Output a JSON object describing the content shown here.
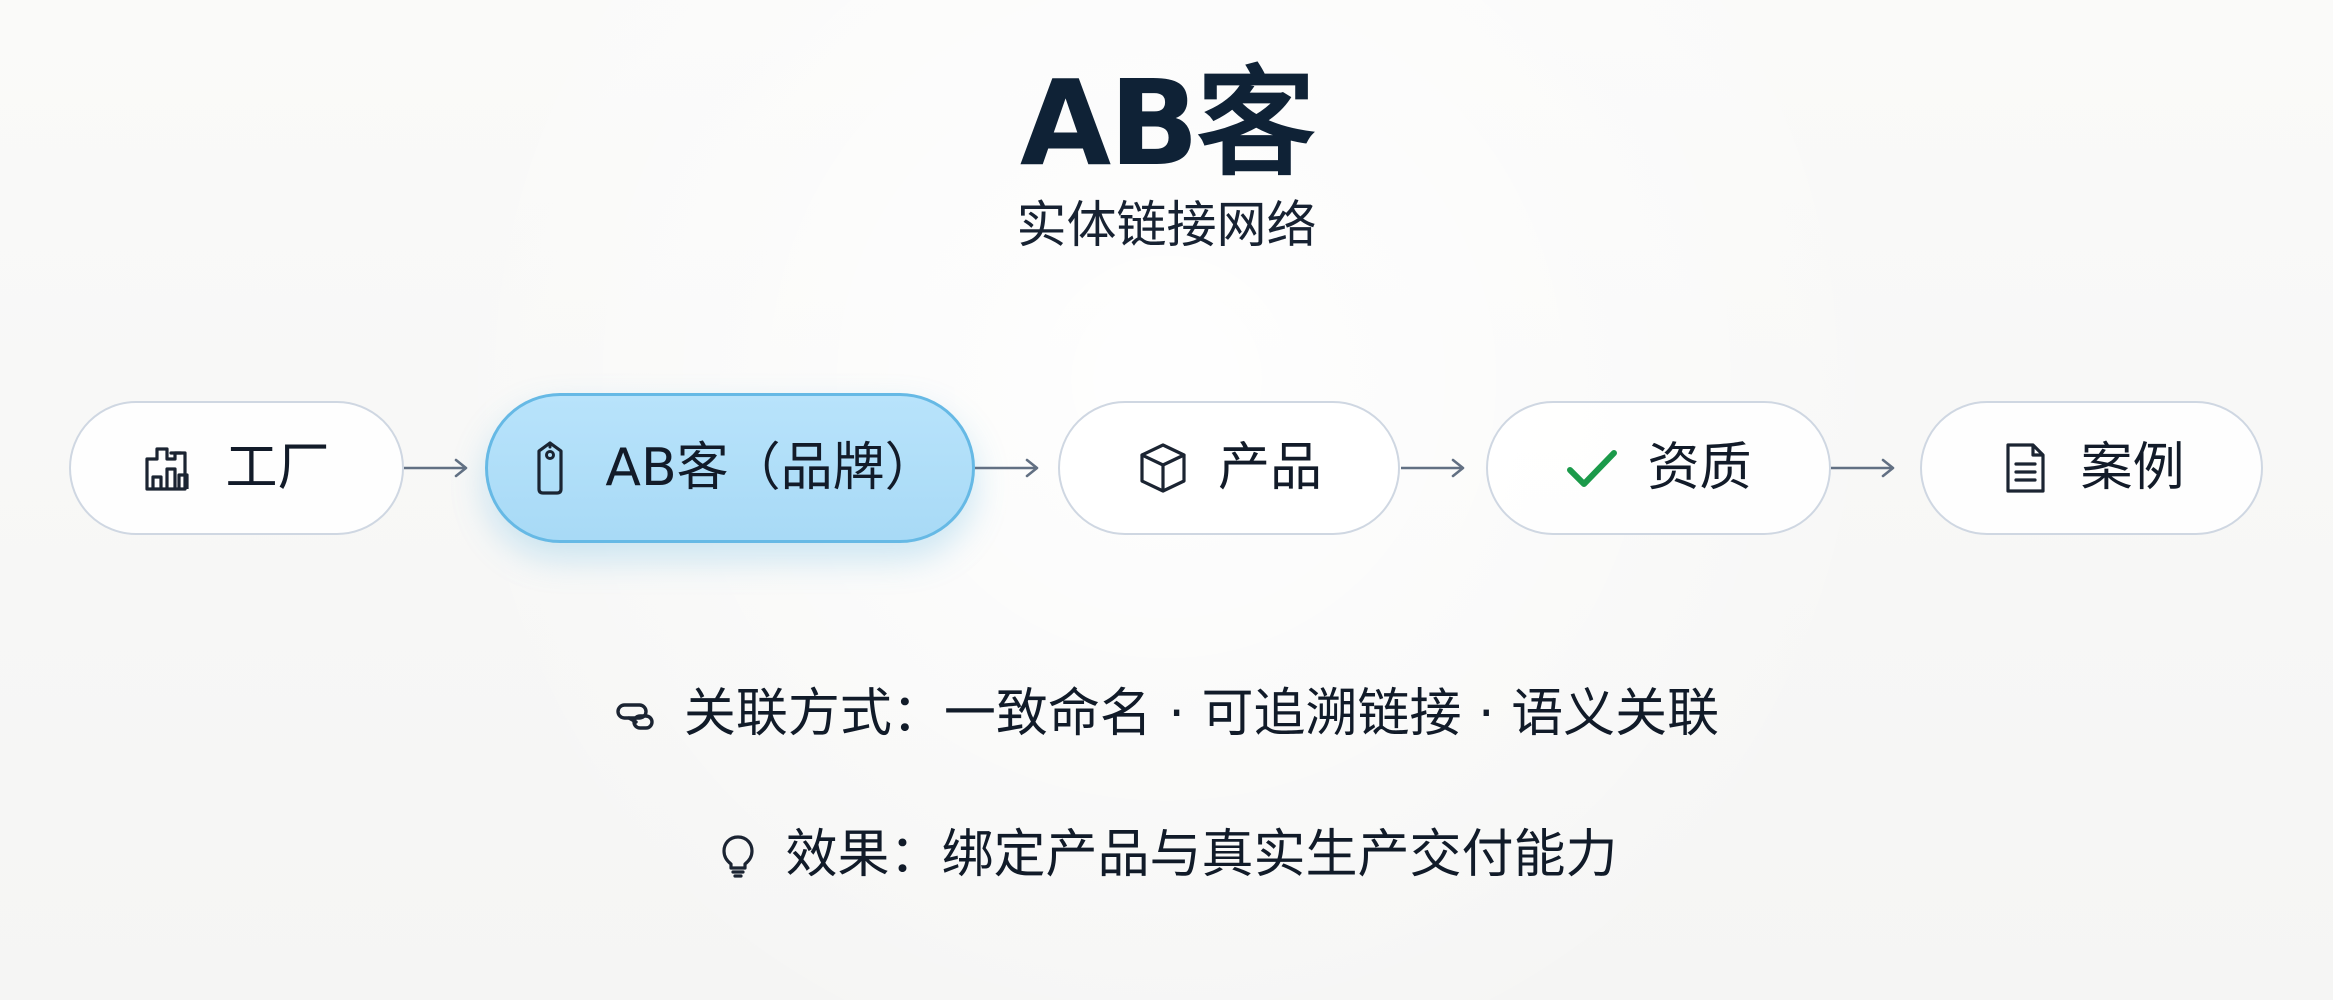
{
  "header": {
    "title": "AB客",
    "subtitle": "实体链接网络"
  },
  "flow": {
    "nodes": [
      {
        "label": "工厂",
        "icon": "factory-icon"
      },
      {
        "label": "AB客（品牌）",
        "icon": "tag-icon",
        "highlighted": true
      },
      {
        "label": "产品",
        "icon": "box-icon"
      },
      {
        "label": "资质",
        "icon": "checkmark-icon"
      },
      {
        "label": "案例",
        "icon": "document-icon"
      }
    ]
  },
  "details": {
    "association": "关联方式：一致命名 · 可追溯链接 · 语义关联",
    "effect": "效果：绑定产品与真实生产交付能力",
    "association_icon": "link-icon",
    "effect_icon": "lightbulb-icon"
  },
  "colors": {
    "title": "#0f2236",
    "highlight_fill": "#b8e3fb",
    "highlight_border": "#66b9e5",
    "check": "#1b9a4a",
    "connector": "#627083"
  }
}
